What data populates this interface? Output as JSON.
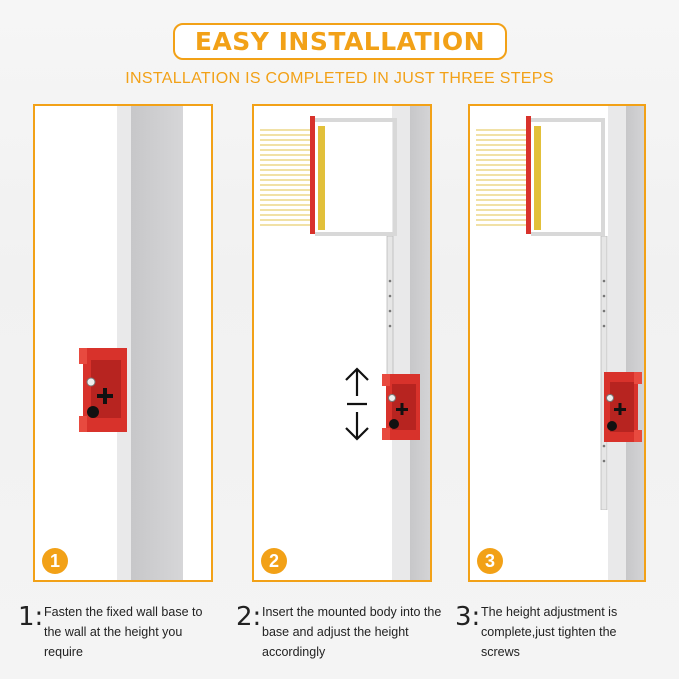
{
  "header": {
    "title": "EASY INSTALLATION",
    "subtitle": "INSTALLATION IS COMPLETED IN JUST THREE STEPS"
  },
  "colors": {
    "accent": "#f2a117",
    "bracket": "#d8322b"
  },
  "panels": [
    {
      "badge": "1"
    },
    {
      "badge": "2"
    },
    {
      "badge": "3"
    }
  ],
  "steps": [
    {
      "number": "1:",
      "text": "Fasten the fixed wall base to the wall at the height you require"
    },
    {
      "number": "2:",
      "text": "Insert the mounted body into the base and adjust the height accordingly"
    },
    {
      "number": "3:",
      "text": "The height adjustment is complete,just tighten the screws"
    }
  ]
}
